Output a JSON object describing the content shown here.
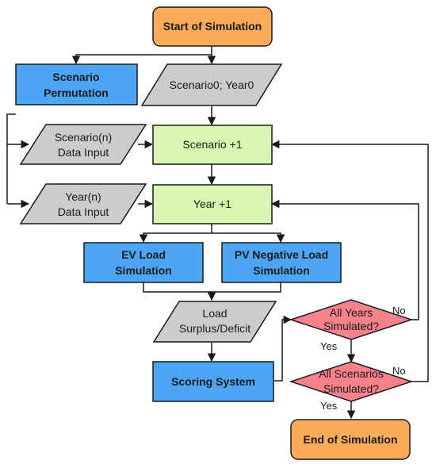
{
  "colors": {
    "terminal": "#fcab5a",
    "process_blue": "#4da6f5",
    "process_green": "#d9f7b0",
    "io_gray": "#cccccc",
    "decision": "#f7828a",
    "stroke": "#1a1a1a"
  },
  "nodes": {
    "start": "Start of Simulation",
    "scenario_permutation": [
      "Scenario",
      "Permutation"
    ],
    "scenario0_year0": "Scenario0; Year0",
    "scenario_n_input": [
      "Scenario(n)",
      "Data Input"
    ],
    "scenario_plus1": "Scenario +1",
    "year_n_input": [
      "Year(n)",
      "Data Input"
    ],
    "year_plus1": "Year +1",
    "ev_load": [
      "EV Load",
      "Simulation"
    ],
    "pv_load": [
      "PV Negative Load",
      "Simulation"
    ],
    "load_surplus": [
      "Load",
      "Surplus/Deficit"
    ],
    "scoring": "Scoring System",
    "all_years": [
      "All Years",
      "Simulated?"
    ],
    "all_scenarios": [
      "All Scenarios",
      "Simulated?"
    ],
    "end": "End of Simulation"
  },
  "edge_labels": {
    "years_no": "No",
    "years_yes": "Yes",
    "scenarios_no": "No",
    "scenarios_yes": "Yes"
  }
}
